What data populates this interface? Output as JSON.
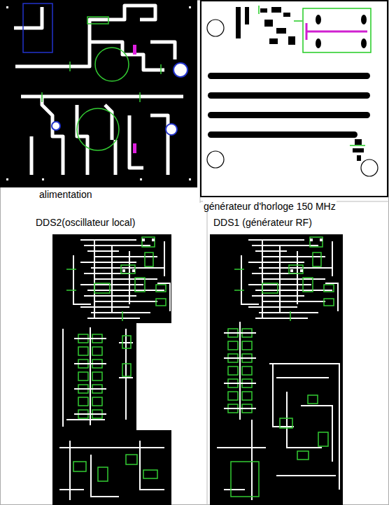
{
  "diagram": {
    "nodes": [
      {
        "text": [
          "alimentation"
        ]
      },
      {
        "text": [
          "générateur d'horloge 150 MHz"
        ]
      },
      {
        "text": [
          "DDS2(oscillateur local)"
        ]
      },
      {
        "text": [
          "DDS1 (générateur RF)"
        ]
      }
    ]
  }
}
